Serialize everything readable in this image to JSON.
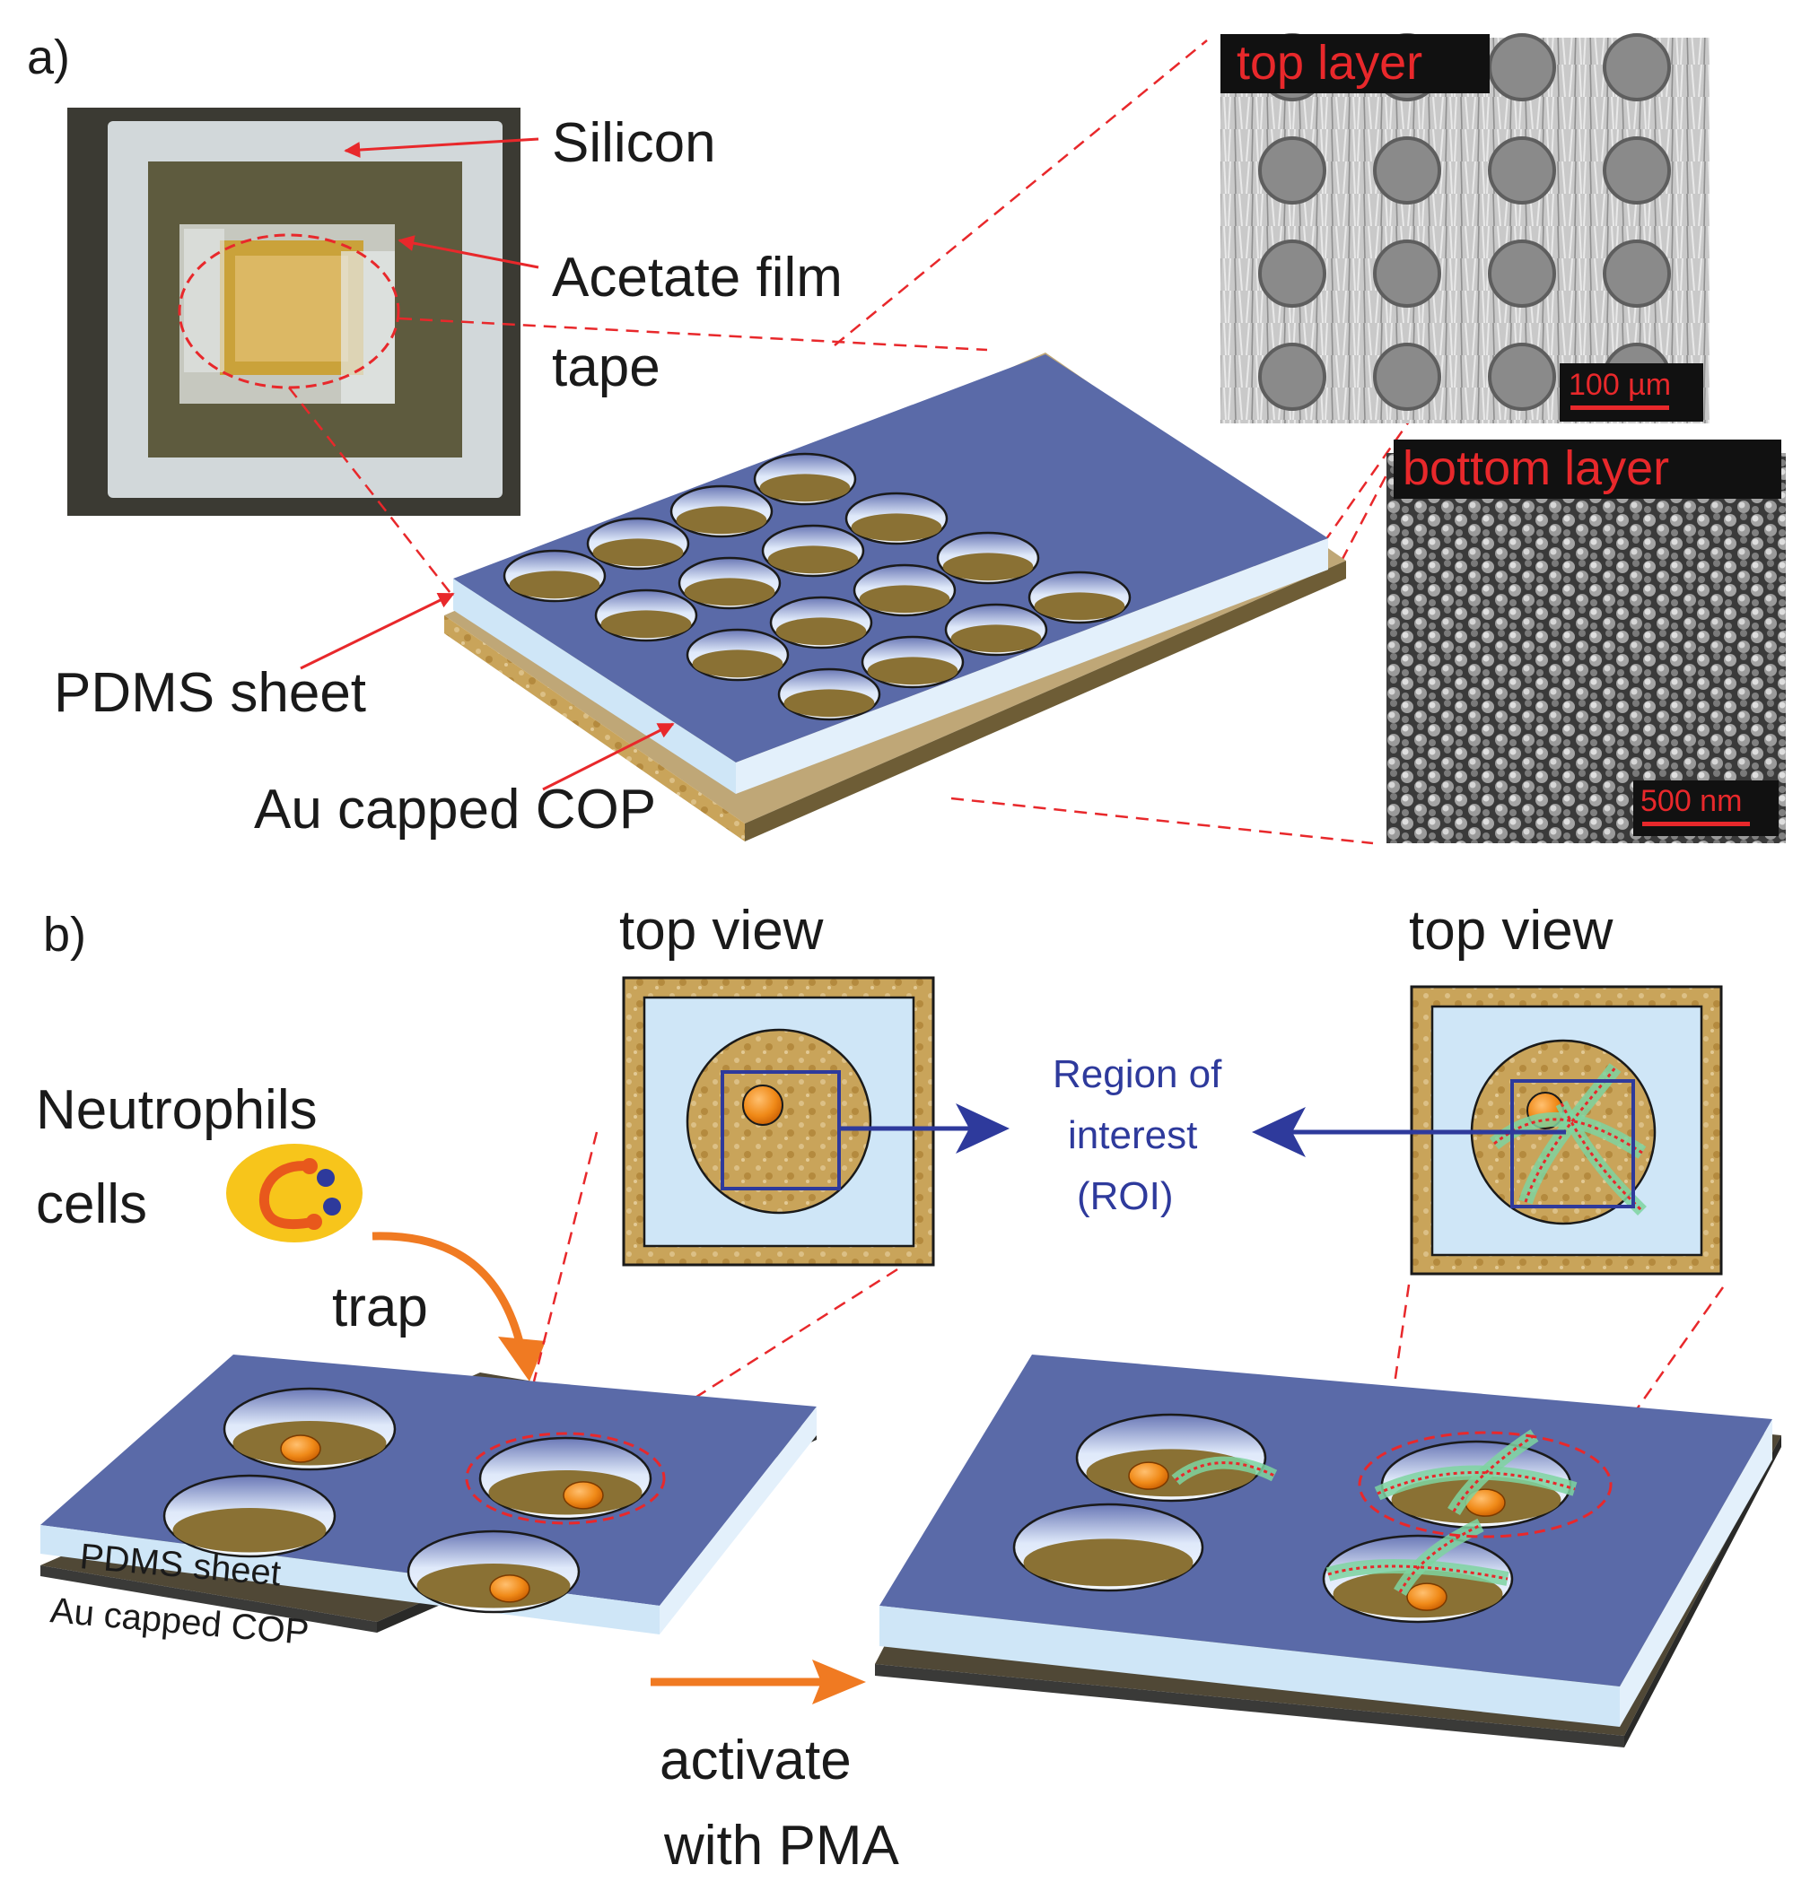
{
  "panel_a": {
    "panel_label": "a)",
    "labels": {
      "silicon": "Silicon",
      "acetate_1": "Acetate film",
      "acetate_2": "tape",
      "pdms": "PDMS sheet",
      "cop": "Au capped COP"
    },
    "micrographs": {
      "top_title": "top layer",
      "top_scale": "100 µm",
      "bottom_title": "bottom layer",
      "bottom_scale": "500 nm"
    }
  },
  "panel_b": {
    "panel_label": "b)",
    "neutrophils_1": "Neutrophils",
    "neutrophils_2": "cells",
    "trap": "trap",
    "top_view_left": "top view",
    "top_view_right": "top view",
    "roi_1": "Region of",
    "roi_2": "interest",
    "roi_3": "(ROI)",
    "pdms_small": "PDMS sheet",
    "cop_small": "Au capped COP",
    "activate_1": "activate",
    "activate_2": "with PMA"
  },
  "colors": {
    "pdms_top": "#5a6aa8",
    "pdms_edge": "#cfe6f7",
    "gold": "#c9a45a",
    "annotation_red": "#e8282b",
    "arrow_orange": "#f07a22",
    "roi_blue": "#2e3a9c"
  }
}
